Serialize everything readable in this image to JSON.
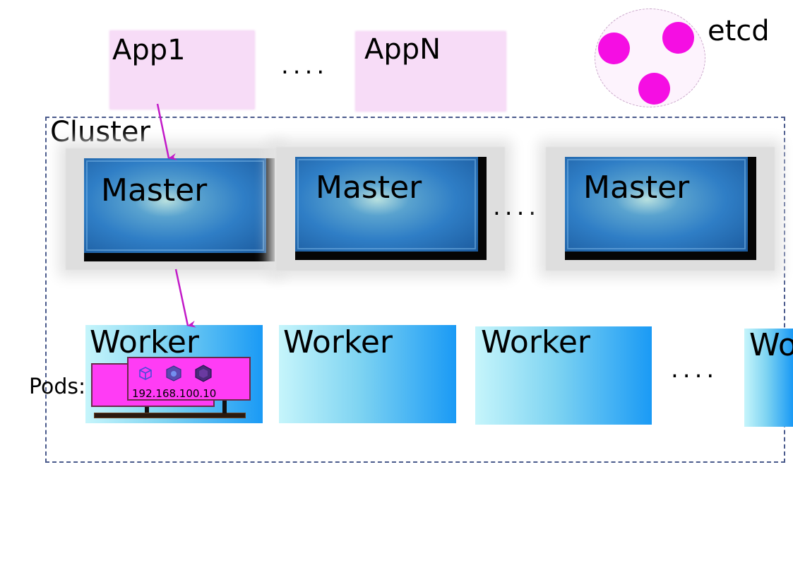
{
  "apps": {
    "first_label": "App1",
    "last_label": "AppN",
    "ellipsis": "....",
    "color": "#f7dcf7"
  },
  "etcd": {
    "label": "etcd",
    "dot_color": "#f50ee3"
  },
  "cluster": {
    "label": "Cluster"
  },
  "masters": {
    "items": [
      {
        "label": "Master"
      },
      {
        "label": "Master"
      },
      {
        "label": "Master"
      }
    ],
    "ellipsis": "...."
  },
  "workers": {
    "items": [
      {
        "label": "Worker"
      },
      {
        "label": "Worker"
      },
      {
        "label": "Worker"
      },
      {
        "label": "Worker"
      }
    ],
    "ellipsis": "...."
  },
  "pods": {
    "label": "Pods:",
    "ip": "192.168.100.10",
    "card_color": "#ff3cf5"
  },
  "arrow_color": "#c21ac8"
}
